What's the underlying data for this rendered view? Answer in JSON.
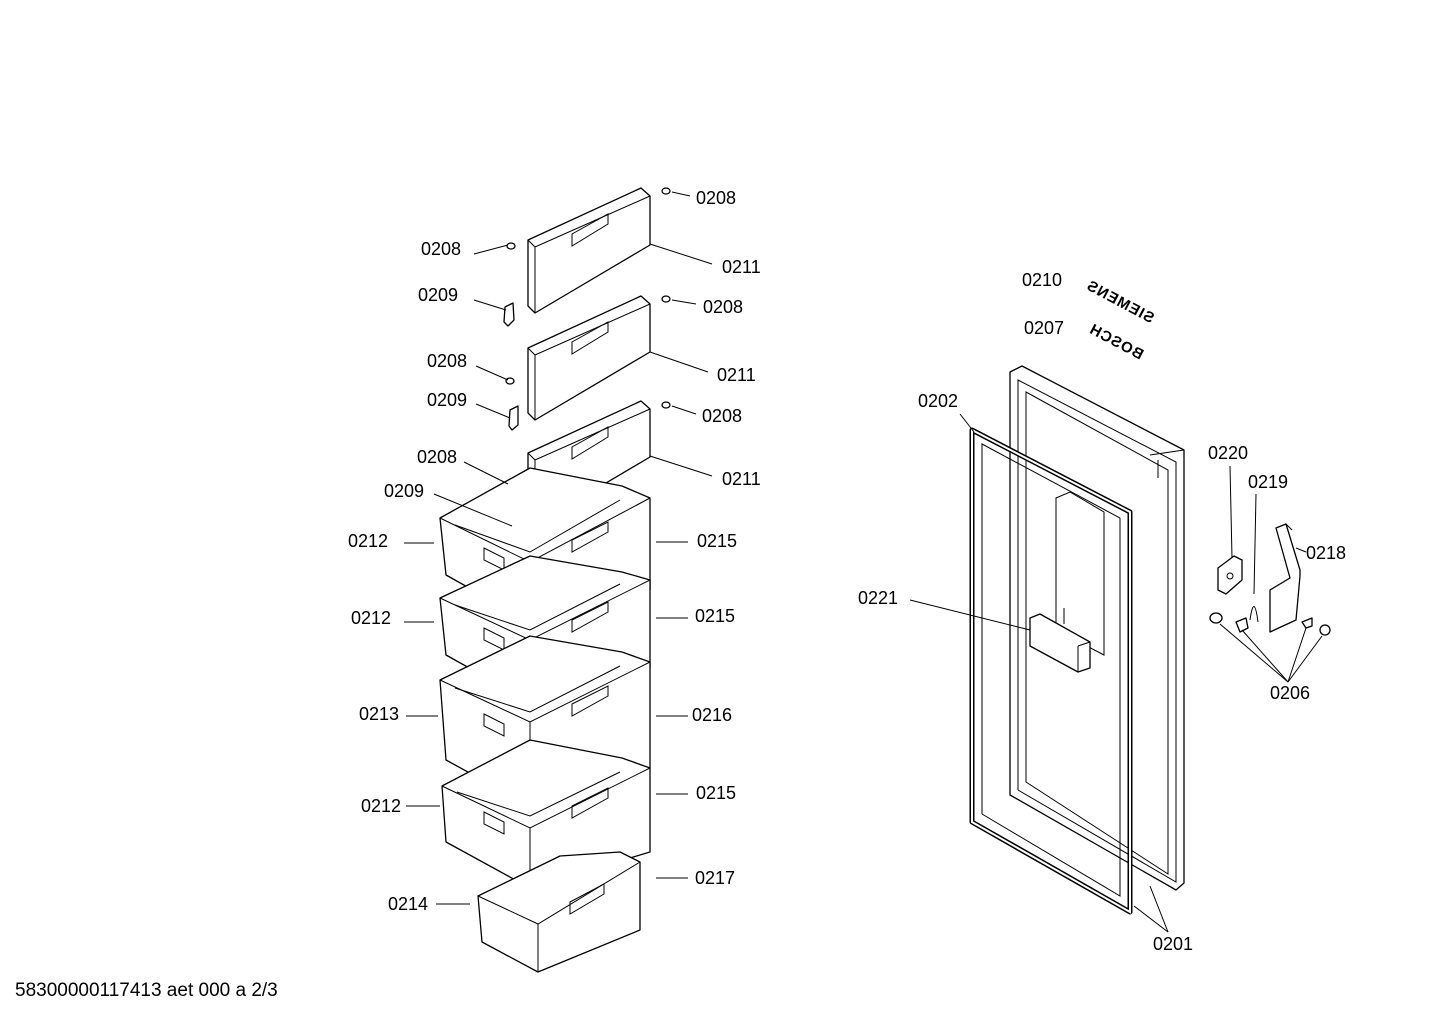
{
  "labels": {
    "l0208a": "0208",
    "l0208b": "0208",
    "l0208c": "0208",
    "l0208d": "0208",
    "l0208e": "0208",
    "l0208f": "0208",
    "l0209a": "0209",
    "l0209b": "0209",
    "l0209c": "0209",
    "l0211a": "0211",
    "l0211b": "0211",
    "l0211c": "0211",
    "l0212a": "0212",
    "l0212b": "0212",
    "l0212c": "0212",
    "l0213": "0213",
    "l0214": "0214",
    "l0215a": "0215",
    "l0215b": "0215",
    "l0215c": "0215",
    "l0216": "0216",
    "l0217": "0217",
    "l0210": "0210",
    "l0207": "0207",
    "l0202": "0202",
    "l0221": "0221",
    "l0220": "0220",
    "l0219": "0219",
    "l0218": "0218",
    "l0206": "0206",
    "l0201": "0201"
  },
  "logos": {
    "siemens": "SIEMENS",
    "bosch": "BOSCH"
  },
  "footer": {
    "code": "58300000117413 aet 000 a 2/3"
  }
}
